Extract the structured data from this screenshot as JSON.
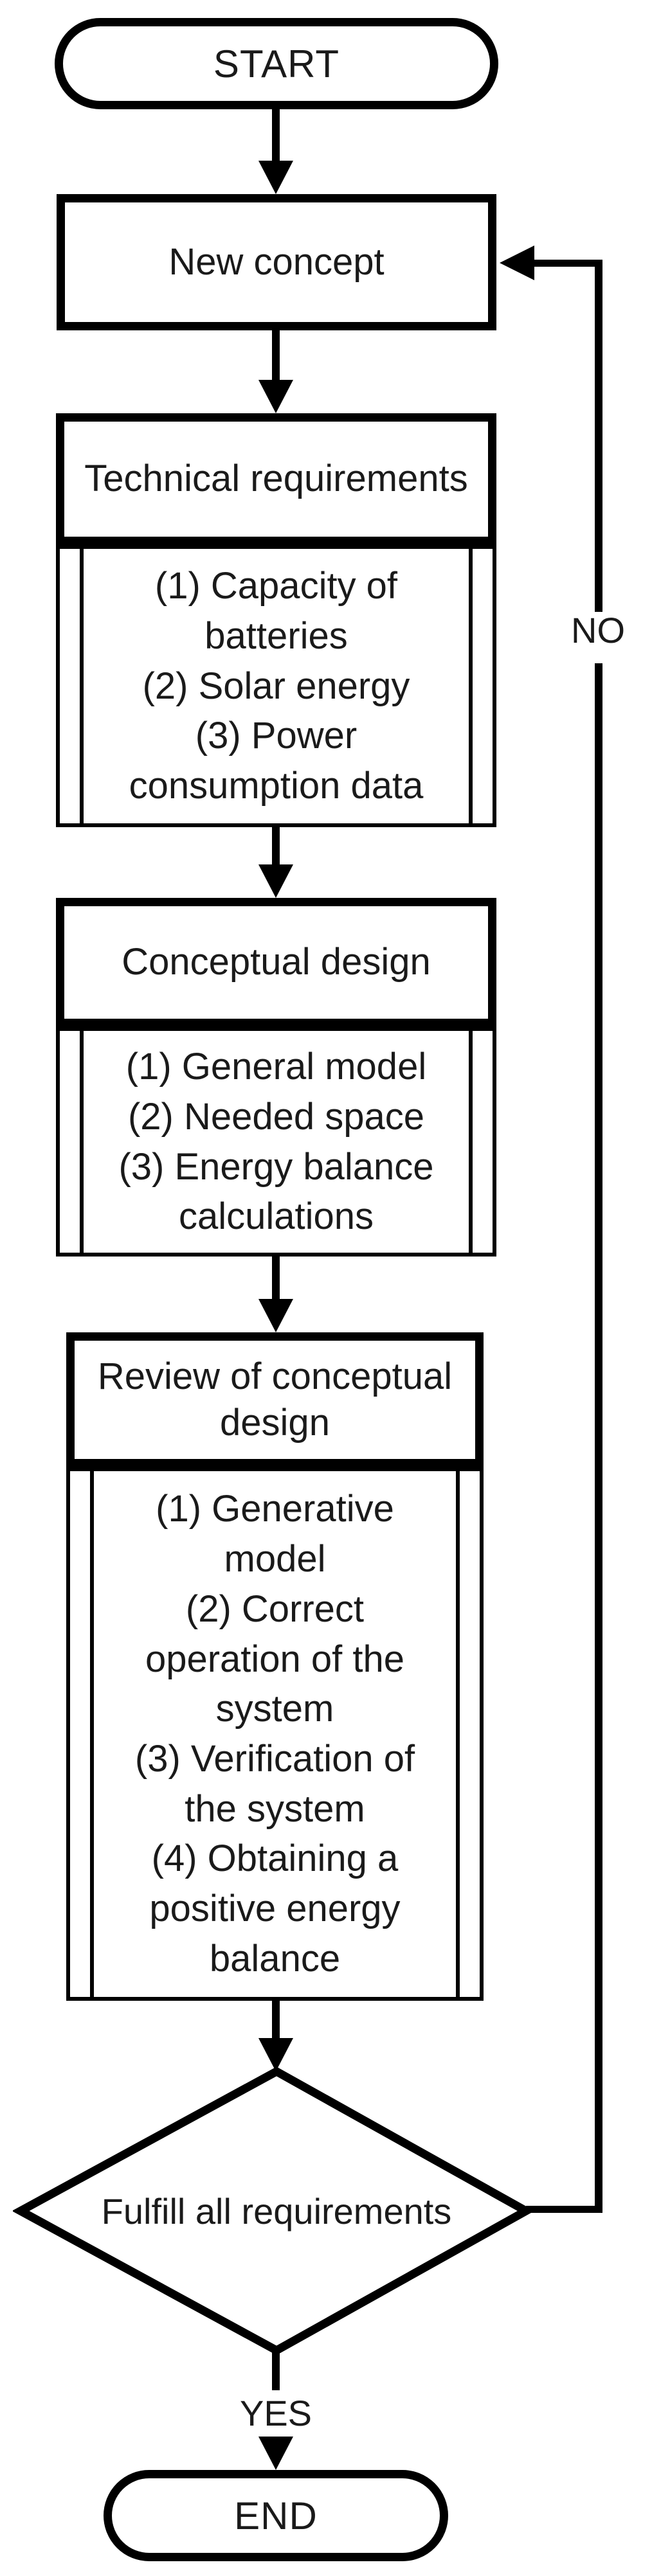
{
  "colors": {
    "line": "#000000",
    "text": "#1a1a1a",
    "background": "#ffffff"
  },
  "flowchart": {
    "start": {
      "label": "START"
    },
    "new_concept": {
      "title": "New concept"
    },
    "technical_requirements": {
      "title": "Technical requirements",
      "details": "(1) Capacity of\nbatteries\n(2) Solar energy\n(3) Power\nconsumption data"
    },
    "conceptual_design": {
      "title": "Conceptual design",
      "details": "(1) General model\n(2) Needed space\n(3) Energy balance\ncalculations"
    },
    "review": {
      "title": "Review of conceptual\ndesign",
      "details": "(1) Generative\nmodel\n(2) Correct\noperation of the\nsystem\n(3) Verification of\nthe system\n(4) Obtaining a\npositive energy\nbalance"
    },
    "decision": {
      "label": "Fulfill all requirements",
      "yes_label": "YES",
      "no_label": "NO"
    },
    "end": {
      "label": "END"
    }
  }
}
